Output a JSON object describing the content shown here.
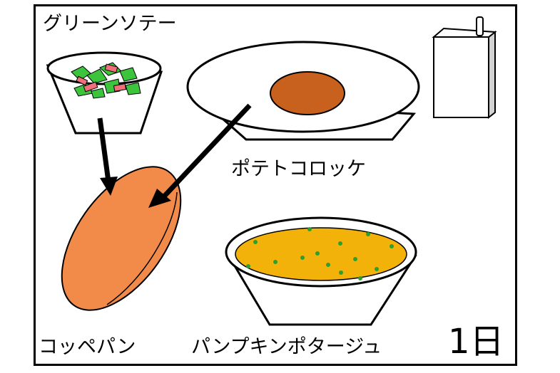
{
  "labels": {
    "green_saute": "グリーンソテー",
    "potato_croquette": "ポテトコロッケ",
    "coppe_bread": "コッペパン",
    "pumpkin_potage": "パンプキンポタージュ",
    "day": "1日"
  },
  "colors": {
    "frame": "#000000",
    "croquette": "#c8601e",
    "bread": "#f28a4a",
    "potage": "#f2b20a",
    "potage_dots": "#2e9e2e",
    "greens": "#3cc43c",
    "ham": "#f0707a",
    "milk_side": "#d2d2d2"
  },
  "icons": [
    "salad-bowl-icon",
    "croquette-plate-icon",
    "milk-carton-icon",
    "bread-icon",
    "soup-bowl-icon",
    "arrow-icon"
  ]
}
